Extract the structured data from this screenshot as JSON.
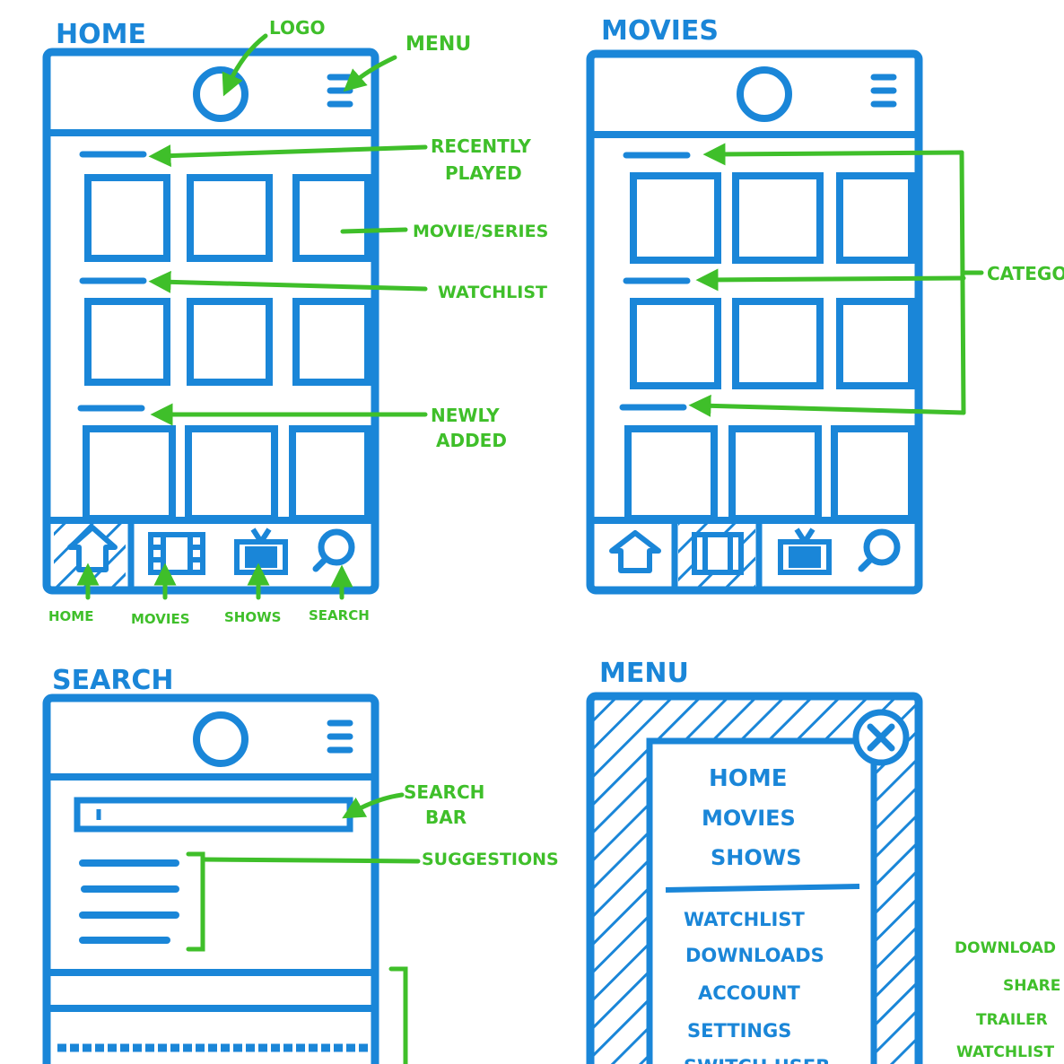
{
  "colors": {
    "wire": "#1a86d8",
    "note": "#3fbf2a",
    "background": "#ffffff"
  },
  "screens": {
    "home": {
      "title": "HOME"
    },
    "movies": {
      "title": "MOVIES"
    },
    "search": {
      "title": "SEARCH"
    },
    "menu": {
      "title": "MENU"
    }
  },
  "home_annotations": {
    "logo": "LOGO",
    "menu": "MENU",
    "recently_played_1": "RECENTLY",
    "recently_played_2": "PLAYED",
    "movie_series": "MOVIE/SERIES",
    "watchlist": "WATCHLIST",
    "newly_added_1": "NEWLY",
    "newly_added_2": "ADDED"
  },
  "tabbar_labels": [
    "HOME",
    "MOVIES",
    "SHOWS",
    "SEARCH"
  ],
  "movies_annotations": {
    "categories": "CATEGO"
  },
  "search_annotations": {
    "search_bar_1": "SEARCH",
    "search_bar_2": "BAR",
    "suggestions": "SUGGESTIONS"
  },
  "menu_items": {
    "primary": [
      "HOME",
      "MOVIES",
      "SHOWS"
    ],
    "secondary": [
      "WATCHLIST",
      "DOWNLOADS",
      "ACCOUNT",
      "SETTINGS",
      "SWITCH USER"
    ]
  },
  "right_notes": [
    "DOWNLOAD",
    "SHARE",
    "TRAILER",
    "WATCHLIST"
  ],
  "icons": [
    "circle-logo-icon",
    "hamburger-icon",
    "home-icon",
    "film-icon",
    "tv-icon",
    "search-icon",
    "close-icon",
    "arrow-icon"
  ]
}
